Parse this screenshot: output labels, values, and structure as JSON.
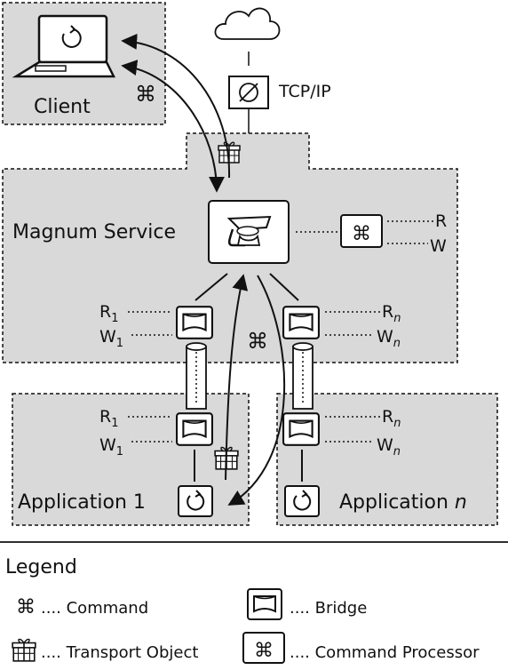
{
  "labels": {
    "client": "Client",
    "protocol": "TCP/IP",
    "service": "Magnum Service",
    "app1": "Application 1",
    "appn_prefix": "Application ",
    "appn_var": "n",
    "reader": "R",
    "writer": "W",
    "r1_base": "R",
    "r1_sub": "1",
    "w1_base": "W",
    "w1_sub": "1",
    "rn_base": "R",
    "rn_sub": "n",
    "wn_base": "W",
    "wn_sub": "n",
    "command_glyph": "⌘"
  },
  "legend": {
    "title": "Legend",
    "items": [
      {
        "label": ".... Command",
        "icon": "command-icon"
      },
      {
        "label": ".... Bridge",
        "icon": "bridge-icon"
      },
      {
        "label": ".... Transport Object",
        "icon": "transport-object-icon"
      },
      {
        "label": ".... Command Processor",
        "icon": "command-processor-icon"
      }
    ]
  },
  "colors": {
    "box_fill": "#d9d9d9",
    "stroke": "#111111",
    "background": "#ffffff"
  }
}
